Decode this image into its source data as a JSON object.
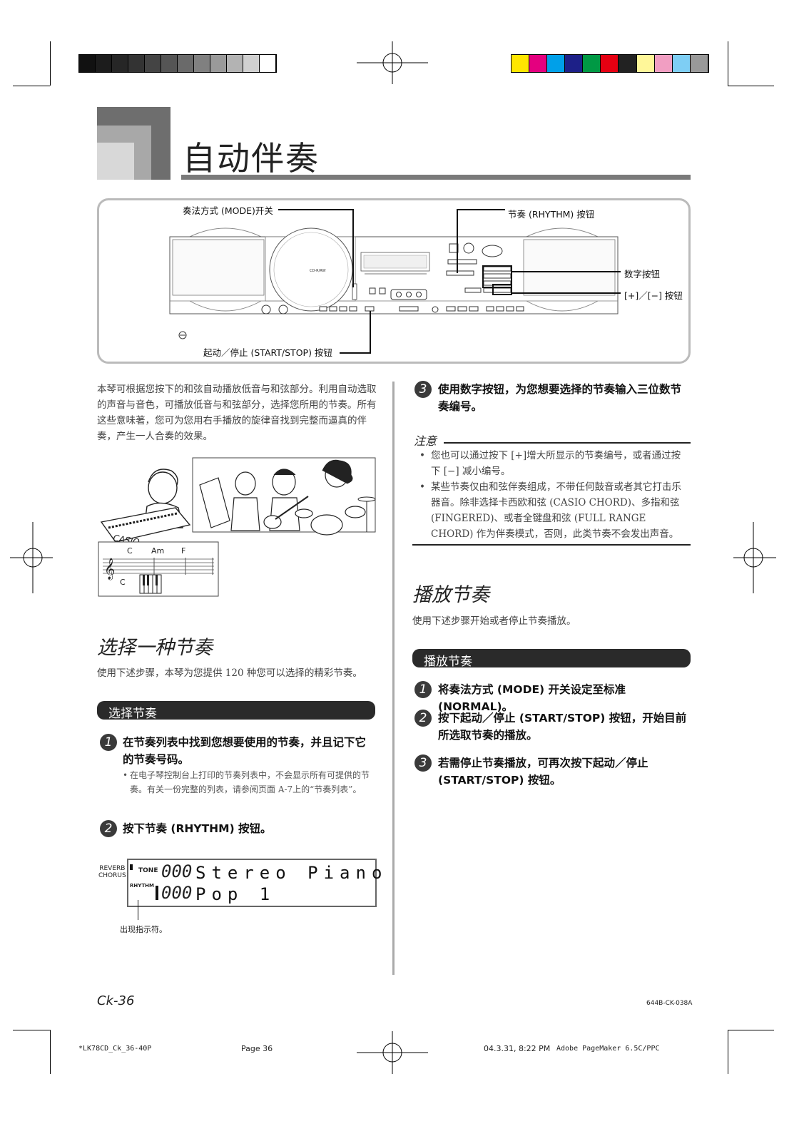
{
  "title": "自动伴奏",
  "diagram": {
    "mode_switch": "奏法方式 (MODE)开关",
    "rhythm_button": "节奏 (RHYTHM) 按钮",
    "number_buttons": "数字按钮",
    "plus_minus": "[+]／[−] 按钮",
    "start_stop": "起动／停止 (START/STOP) 按钮",
    "panel_badge": "CD-R/RW"
  },
  "intro": "本琴可根据您按下的和弦自动播放低音与和弦部分。利用自动选取的声音与音色，可播放低音与和弦部分，选择您所用的节奏。所有这些意味著，您可为您用右手播放的旋律音找到完整而逼真的伴奏，产生一人合奏的效果。",
  "illustration": {
    "brand": "CASIO",
    "chords": [
      "C",
      "Am",
      "F"
    ],
    "bass_note": "C"
  },
  "select_section": {
    "heading": "选择一种节奏",
    "desc": "使用下述步骤，本琴为您提供 120 种您可以选择的精彩节奏。",
    "box": "选择节奏",
    "steps": [
      {
        "num": "1",
        "text": "在节奏列表中找到您想要使用的节奏，并且记下它的节奏号码。"
      },
      {
        "num": "2",
        "text": "按下节奏 (RHYTHM) 按钮。"
      },
      {
        "num": "3",
        "text": "使用数字按钮，为您想要选择的节奏输入三位数节奏编号。"
      }
    ],
    "step1_bullet": "在电子琴控制台上打印的节奏列表中，不会显示所有可提供的节奏。有关一份完整的列表，请参阅页面 A-7上的“节奏列表”。"
  },
  "lcd": {
    "reverb": "REVERB",
    "chorus": "CHORUS",
    "tone_label": "TONE",
    "tone_num": "000",
    "tone_name": "Stereo Piano",
    "rhythm_label": "RHYTHM",
    "rhythm_num": "000",
    "rhythm_name": "Pop 1",
    "indicator": "出现指示符。"
  },
  "note": {
    "heading": "注意",
    "items": [
      "您也可以通过按下 [+]增大所显示的节奏编号，或者通过按下 [−] 减小编号。",
      "某些节奏仅由和弦伴奏组成，不带任何鼓音或者其它打击乐器音。除非选择卡西欧和弦 (CASIO CHORD)、多指和弦 (FINGERED)、或者全键盘和弦 (FULL RANGE CHORD) 作为伴奏模式，否则，此类节奏不会发出声音。"
    ]
  },
  "play_section": {
    "heading": "播放节奏",
    "desc": "使用下述步骤开始或者停止节奏播放。",
    "box": "播放节奏",
    "steps": [
      {
        "num": "1",
        "text": "将奏法方式 (MODE) 开关设定至标准 (NORMAL)。"
      },
      {
        "num": "2",
        "text": "按下起动／停止 (START/STOP) 按钮，开始目前所选取节奏的播放。"
      },
      {
        "num": "3",
        "text": "若需停止节奏播放，可再次按下起动／停止(START/STOP) 按钮。"
      }
    ]
  },
  "footer": {
    "page_label": "Ck-36",
    "code": "644B-CK-038A",
    "slug_file": "*LK78CD_Ck_36-40P",
    "slug_page": "Page 36",
    "slug_date": "04.3.31, 8:22 PM",
    "slug_app": "Adobe PageMaker 6.5C/PPC"
  },
  "colors": {
    "gray_bar": [
      "#111111",
      "#1c1c1c",
      "#262626",
      "#333333",
      "#444444",
      "#555555",
      "#6a6a6a",
      "#808080",
      "#9a9a9a",
      "#b3b3b3",
      "#d0d0d0",
      "#ffffff"
    ],
    "color_bar": [
      "#ffe600",
      "#e4007f",
      "#00a0e9",
      "#1d2088",
      "#009944",
      "#e60012",
      "#222222",
      "#fff799",
      "#f19ec2",
      "#7ecef4",
      "#999999"
    ]
  }
}
